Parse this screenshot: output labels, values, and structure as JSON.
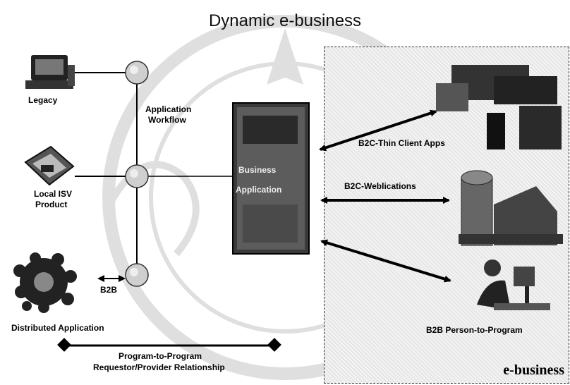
{
  "title": "Dynamic e-business",
  "nodes": {
    "legacy": "Legacy",
    "app_workflow_1": "Application",
    "app_workflow_2": "Workflow",
    "local_isv_1": "Local ISV",
    "local_isv_2": "Product",
    "b2b": "B2B",
    "distributed": "Distributed Application",
    "business_app_1": "Business",
    "business_app_2": "Application"
  },
  "links": {
    "thin_client": "B2C-Thin Client Apps",
    "weblications": "B2C-Weblications",
    "person_to_program": "B2B Person-to-Program"
  },
  "relationship": {
    "line1": "Program-to-Program",
    "line2": "Requestor/Provider Relationship"
  },
  "panel_label": "e-business"
}
